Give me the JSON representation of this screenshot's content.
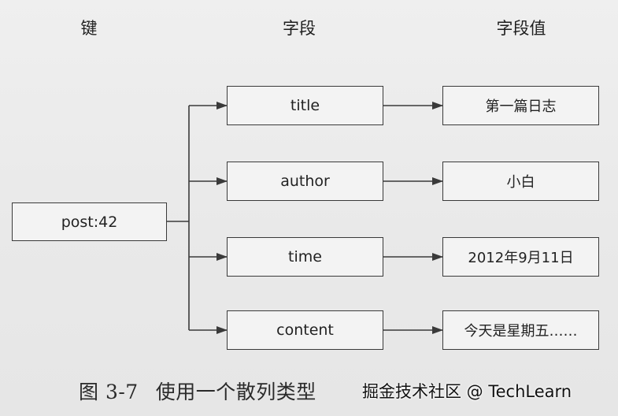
{
  "headers": {
    "key": "键",
    "field": "字段",
    "value": "字段值"
  },
  "key": "post:42",
  "fields": [
    {
      "name": "title",
      "value": "第一篇日志"
    },
    {
      "name": "author",
      "value": "小白"
    },
    {
      "name": "time",
      "value": "2012年9月11日"
    },
    {
      "name": "content",
      "value": "今天是星期五……"
    }
  ],
  "caption": {
    "number": "图 3-7",
    "text": "使用一个散列类型"
  },
  "watermark": "掘金技术社区 @ TechLearn"
}
